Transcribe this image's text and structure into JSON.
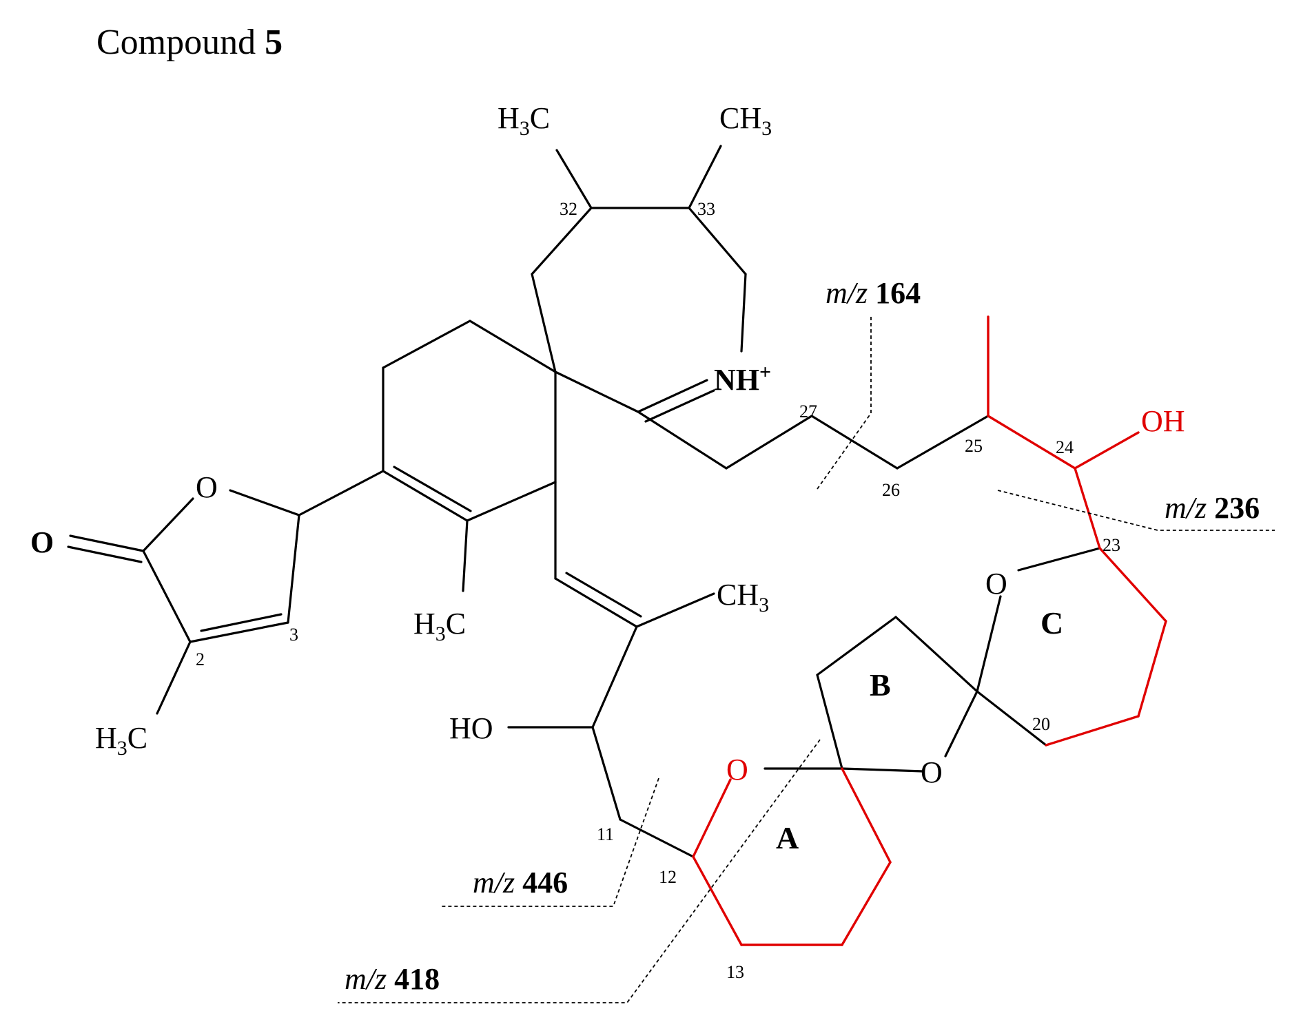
{
  "title": {
    "prefix": "Compound ",
    "number": "5"
  },
  "atoms": {
    "h3c_32": "H3C",
    "ch3_33": "CH3",
    "nh_plus": "NH+",
    "oh_24": "OH",
    "o_furanone_ring": "O",
    "o_carbonyl": "O",
    "h3c_cyclohexene": "H3C",
    "h3c_2": "H3C",
    "ch3_alkene": "CH3",
    "ho_sidechain": "HO",
    "o_ring_c": "O",
    "o_ring_a": "O",
    "o_ring_b": "O"
  },
  "locants": [
    "32",
    "33",
    "27",
    "26",
    "25",
    "24",
    "23",
    "20",
    "3",
    "2",
    "11",
    "12",
    "13"
  ],
  "ring_labels": {
    "a": "A",
    "b": "B",
    "c": "C"
  },
  "fragments": [
    {
      "prefix": "m/z",
      "value": "164"
    },
    {
      "prefix": "m/z",
      "value": "236"
    },
    {
      "prefix": "m/z",
      "value": "446"
    },
    {
      "prefix": "m/z",
      "value": "418"
    }
  ],
  "colors": {
    "bond": "#000000",
    "highlight": "#e00000"
  }
}
